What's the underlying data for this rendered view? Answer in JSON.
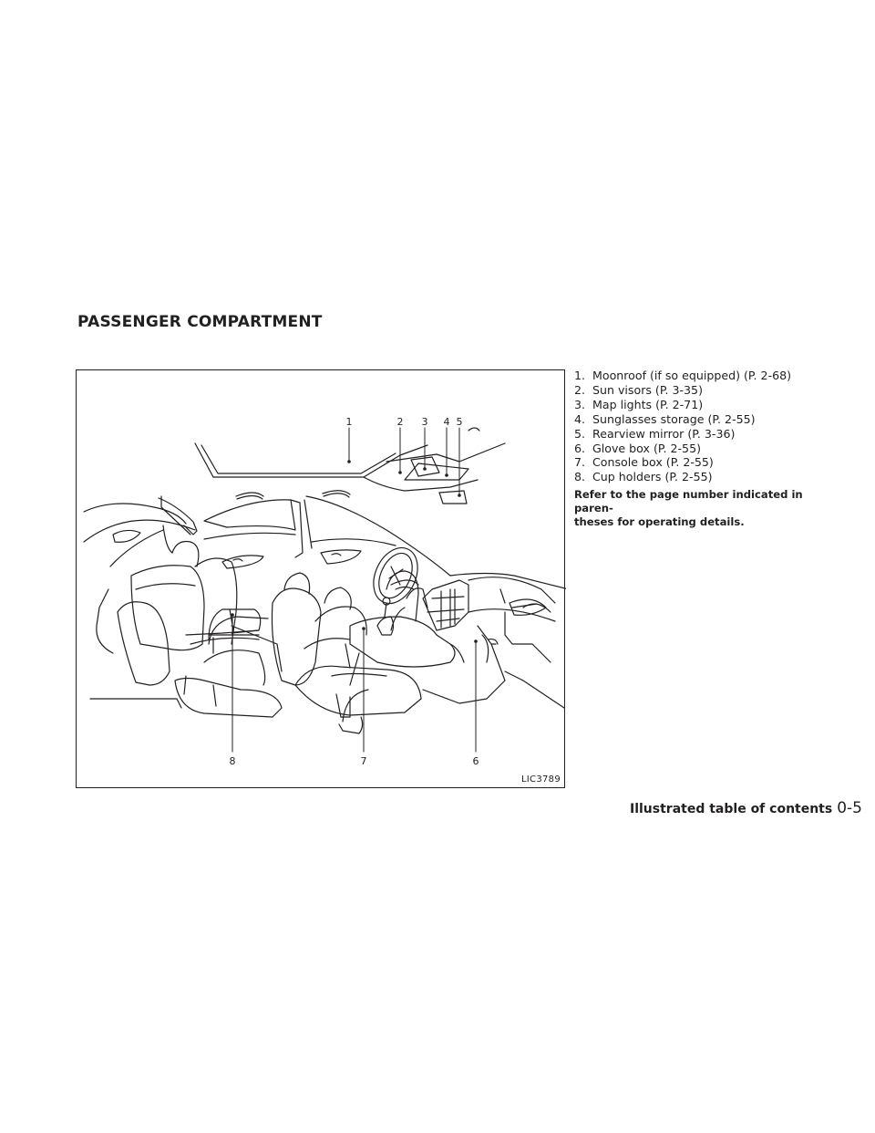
{
  "section_title": "PASSENGER COMPARTMENT",
  "figure": {
    "code": "LIC3789",
    "callout_numbers": [
      "1",
      "2",
      "3",
      "4",
      "5",
      "6",
      "7",
      "8"
    ]
  },
  "legend": [
    {
      "num": "1.",
      "text": "Moonroof (if so equipped) (P. 2-68)"
    },
    {
      "num": "2.",
      "text": "Sun visors (P. 3-35)"
    },
    {
      "num": "3.",
      "text": "Map lights (P. 2-71)"
    },
    {
      "num": "4.",
      "text": "Sunglasses storage (P. 2-55)"
    },
    {
      "num": "5.",
      "text": "Rearview mirror (P. 3-36)"
    },
    {
      "num": "6.",
      "text": "Glove box (P. 2-55)"
    },
    {
      "num": "7.",
      "text": "Console box (P. 2-55)"
    },
    {
      "num": "8.",
      "text": "Cup holders (P. 2-55)"
    }
  ],
  "note_lines": [
    "Refer to the page number indicated in paren-",
    "theses for operating details."
  ],
  "footer": {
    "title": "Illustrated table of contents",
    "page": "0-5"
  }
}
